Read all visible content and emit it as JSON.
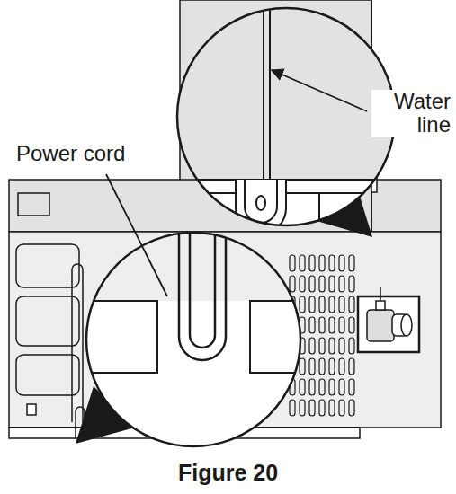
{
  "diagram": {
    "caption": "Figure 20",
    "labels": [
      "Water line",
      "Power cord"
    ]
  }
}
